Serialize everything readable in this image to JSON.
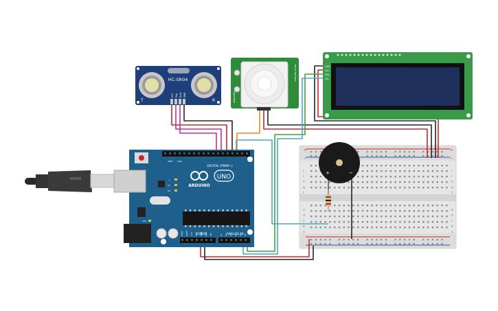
{
  "ultrasonic": {
    "model": "HC-SR04",
    "corner_left": "T",
    "corner_right": "R",
    "pins": [
      "VCC",
      "Trig",
      "Echo",
      "GND"
    ]
  },
  "pir": {
    "side_left": "PANASONIC",
    "side_right": "DELAY ADJ SENS"
  },
  "lcd": {
    "pins": [
      "GND",
      "VCC",
      "SDA",
      "SCL"
    ]
  },
  "arduino": {
    "brand": "ARDUINO",
    "model": "UNO",
    "digital_label": "DIGITAL (PWM~)",
    "power_label": "POWER",
    "analog_label": "ANALOG IN",
    "led_l": "L",
    "led_tx": "TX",
    "led_rx": "RX",
    "aref": "AREF",
    "gnd": "GND",
    "on": "ON",
    "power_pins": [
      "IOREF",
      "RESET",
      "3.3V",
      "5V",
      "GND",
      "GND",
      "VIN"
    ],
    "analog_pins": [
      "A0",
      "A1",
      "A2",
      "A3",
      "A4",
      "A5"
    ]
  },
  "buzzer": {
    "plus": "+",
    "minus": "−"
  },
  "breadboard": {
    "row_letters": [
      "a",
      "b",
      "c",
      "d",
      "e",
      "f",
      "g",
      "h",
      "i",
      "j"
    ],
    "plus": "+",
    "minus": "−"
  },
  "colors": {
    "arduino_board": "#1f5f8b",
    "sensor_board": "#1e3f7a",
    "pir_board": "#2e8b3a",
    "lcd_board": "#3a9a4a",
    "lcd_screen": "#1d2f5a",
    "wire_red": "#d2232a",
    "wire_black": "#222222",
    "wire_magenta": "#c0309a",
    "wire_orange": "#e98b1c",
    "wire_green": "#3aa63a",
    "wire_cyan": "#49a7c9",
    "breadboard": "#e6e6e6"
  }
}
